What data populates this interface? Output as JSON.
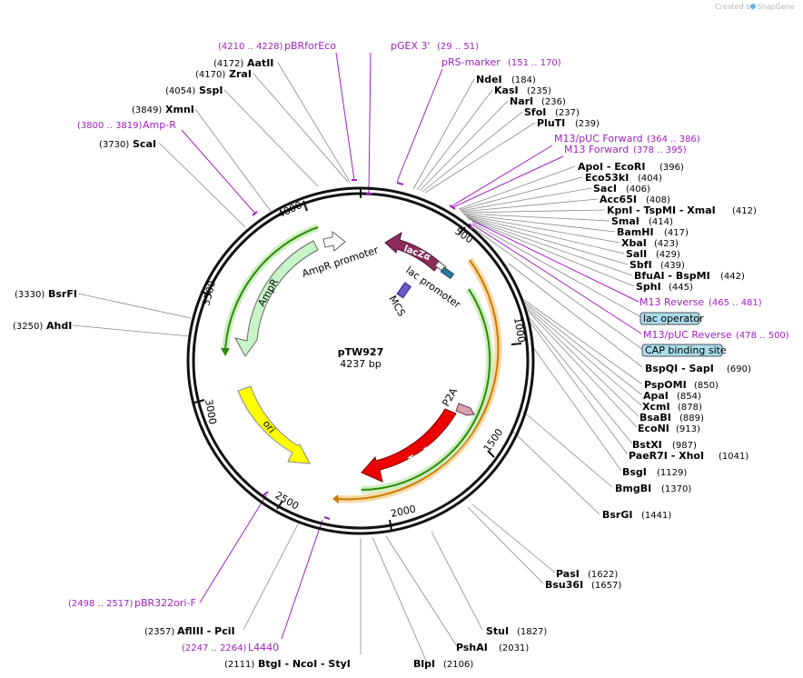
{
  "credit": "Created by SnapGene",
  "plasmid": {
    "name": "pTW927",
    "length": "4237 bp"
  },
  "ticks": [
    "500",
    "1000",
    "1500",
    "2000",
    "2500",
    "3000",
    "3500",
    "4000"
  ],
  "features": [
    {
      "name": "lacZα",
      "color": "#8b2c5a"
    },
    {
      "name": "lac promoter",
      "color": "#ffffff"
    },
    {
      "name": "MCS",
      "color": "#6a5acd"
    },
    {
      "name": "AmpR promoter",
      "color": "#ffffff"
    },
    {
      "name": "AmpR",
      "color": "#c8f5c8"
    },
    {
      "name": "ori",
      "color": "#ffff00"
    },
    {
      "name": "TagRFP",
      "color": "#ee0000"
    },
    {
      "name": "P2A",
      "color": "#d8a0b0"
    }
  ],
  "right_sites": [
    {
      "name": "NdeI",
      "pos": "(184)"
    },
    {
      "name": "KasI",
      "pos": "(235)"
    },
    {
      "name": "NarI",
      "pos": "(236)"
    },
    {
      "name": "SfoI",
      "pos": "(237)"
    },
    {
      "name": "PluTI",
      "pos": "(239)"
    },
    {
      "name": "ApoI - EcoRI",
      "pos": "(396)"
    },
    {
      "name": "Eco53kI",
      "pos": "(404)"
    },
    {
      "name": "SacI",
      "pos": "(406)"
    },
    {
      "name": "Acc65I",
      "pos": "(408)"
    },
    {
      "name": "KpnI - TspMI - XmaI",
      "pos": "(412)"
    },
    {
      "name": "SmaI",
      "pos": "(414)"
    },
    {
      "name": "BamHI",
      "pos": "(417)"
    },
    {
      "name": "XbaI",
      "pos": "(423)"
    },
    {
      "name": "SalI",
      "pos": "(429)"
    },
    {
      "name": "SbfI",
      "pos": "(439)"
    },
    {
      "name": "BfuAI - BspMI",
      "pos": "(442)"
    },
    {
      "name": "SphI",
      "pos": "(445)"
    },
    {
      "name": "BspQI - SapI",
      "pos": "(690)"
    },
    {
      "name": "PspOMI",
      "pos": "(850)"
    },
    {
      "name": "ApaI",
      "pos": "(854)"
    },
    {
      "name": "XcmI",
      "pos": "(878)"
    },
    {
      "name": "BsaBI",
      "pos": "(889)"
    },
    {
      "name": "EcoNI",
      "pos": "(913)"
    },
    {
      "name": "BstXI",
      "pos": "(987)"
    },
    {
      "name": "PaeR7I - XhoI",
      "pos": "(1041)"
    },
    {
      "name": "BsgI",
      "pos": "(1129)"
    },
    {
      "name": "BmgBI",
      "pos": "(1370)"
    },
    {
      "name": "BsrGI",
      "pos": "(1441)"
    },
    {
      "name": "PasI",
      "pos": "(1622)"
    },
    {
      "name": "Bsu36I",
      "pos": "(1657)"
    },
    {
      "name": "StuI",
      "pos": "(1827)"
    },
    {
      "name": "PshAI",
      "pos": "(2031)"
    },
    {
      "name": "BlpI",
      "pos": "(2106)"
    }
  ],
  "left_sites": [
    {
      "name": "AatII",
      "pos": "(4172)"
    },
    {
      "name": "ZraI",
      "pos": "(4170)"
    },
    {
      "name": "SspI",
      "pos": "(4054)"
    },
    {
      "name": "XmnI",
      "pos": "(3849)"
    },
    {
      "name": "ScaI",
      "pos": "(3730)"
    },
    {
      "name": "BsrFI",
      "pos": "(3330)"
    },
    {
      "name": "AhdI",
      "pos": "(3250)"
    },
    {
      "name": "AflIII - PciI",
      "pos": "(2357)"
    },
    {
      "name": "BtgI - NcoI - StyI",
      "pos": "(2111)"
    }
  ],
  "primers": [
    {
      "name": "pBRforEco",
      "pos": "(4210 .. 4228)"
    },
    {
      "name": "pGEX 3'",
      "pos": "(29 .. 51)"
    },
    {
      "name": "pRS-marker",
      "pos": "(151 .. 170)"
    },
    {
      "name": "Amp-R",
      "pos": "(3800 .. 3819)"
    },
    {
      "name": "M13/pUC Forward",
      "pos": "(364 .. 386)"
    },
    {
      "name": "M13 Forward",
      "pos": "(378 .. 395)"
    },
    {
      "name": "M13 Reverse",
      "pos": "(465 .. 481)"
    },
    {
      "name": "M13/pUC Reverse",
      "pos": "(478 .. 500)"
    },
    {
      "name": "pBR322ori-F",
      "pos": "(2498 .. 2517)"
    },
    {
      "name": "L4440",
      "pos": "(2247 .. 2264)"
    }
  ],
  "boxed_features": [
    {
      "name": "lac operator"
    },
    {
      "name": "CAP binding site"
    }
  ]
}
